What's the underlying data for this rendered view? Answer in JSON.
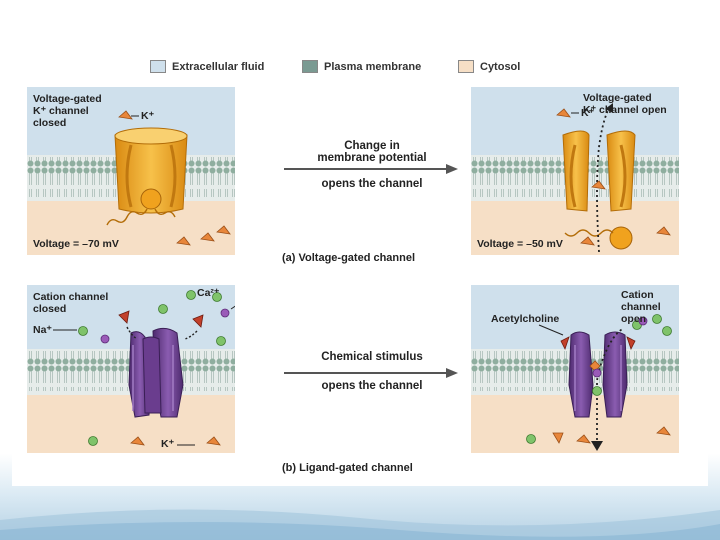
{
  "legend": {
    "extracellular": {
      "label": "Extracellular fluid",
      "color": "#cfe0ec"
    },
    "membrane": {
      "label": "Plasma membrane",
      "color": "#7a9a92"
    },
    "cytosol": {
      "label": "Cytosol",
      "color": "#f6dfc6"
    }
  },
  "panel_a": {
    "left_label": "Voltage-gated\nK⁺ channel\nclosed",
    "left_ion": "K⁺",
    "left_voltage": "Voltage = –70 mV",
    "right_label": "Voltage-gated\nK⁺ channel open",
    "right_ion": "K⁺",
    "right_voltage": "Voltage = –50 mV",
    "arrow_top_line1": "Change in",
    "arrow_top_line2": "membrane potential",
    "arrow_bottom": "opens the channel",
    "caption": "(a) Voltage-gated channel"
  },
  "panel_b": {
    "left_label": "Cation channel\nclosed",
    "left_na": "Na⁺",
    "left_ca": "Ca²⁺",
    "left_k": "K⁺",
    "right_label": "Cation channel\nopen",
    "right_ach": "Acetylcholine",
    "arrow_top": "Chemical stimulus",
    "arrow_bottom": "opens the channel",
    "caption": "(b) Ligand-gated channel"
  }
}
